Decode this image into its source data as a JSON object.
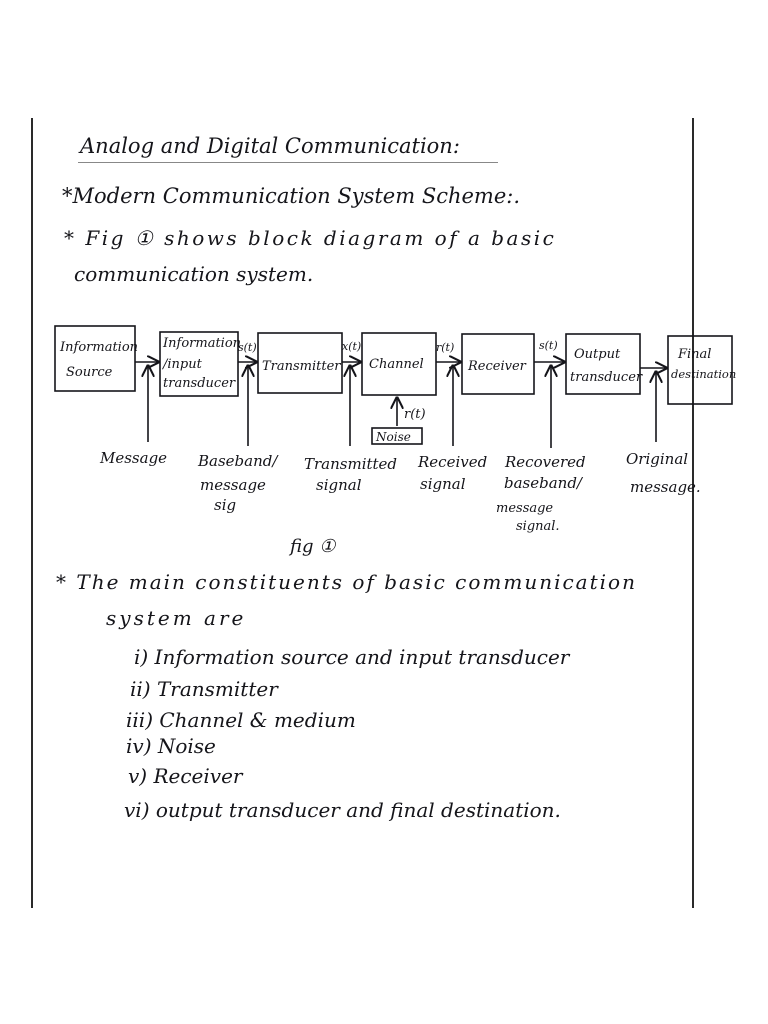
{
  "title": "Analog and Digital Communication:",
  "subtitle": "*Modern Communication System Scheme:.",
  "intro": {
    "line1": "* Fig ① shows block diagram of a basic",
    "line2": "communication system."
  },
  "diagram": {
    "blocks": [
      {
        "id": "info-source",
        "line1": "Information",
        "line2": "Source"
      },
      {
        "id": "input-transducer",
        "line1": "Information",
        "line2": "/input",
        "line3": "transducer"
      },
      {
        "id": "transmitter",
        "line1": "Transmitter"
      },
      {
        "id": "channel",
        "line1": "Channel"
      },
      {
        "id": "receiver",
        "line1": "Receiver"
      },
      {
        "id": "output-transducer",
        "line1": "Output",
        "line2": "transducer"
      },
      {
        "id": "final-destination",
        "line1": "Final",
        "line2": "destination"
      }
    ],
    "arrow_labels": {
      "s_t": "s(t)",
      "x_t": "x(t)",
      "r_t": "r(t)",
      "s_t2": "s(t)",
      "noise_r": "r(t)",
      "noise": "Noise"
    },
    "signal_labels": {
      "message": "Message",
      "baseband": [
        "Baseband/",
        "message",
        "sig"
      ],
      "transmitted": [
        "Transmitted",
        "signal"
      ],
      "received": [
        "Received",
        "signal"
      ],
      "recovered": [
        "Recovered",
        "baseband/",
        "message",
        "signal."
      ],
      "original": [
        "Original",
        "message."
      ]
    },
    "caption": "fig ①"
  },
  "constituents": {
    "line1": "* The main constituents of basic communication",
    "line2": "system are",
    "items": [
      "i) Information source and input transducer",
      "ii) Transmitter",
      "iii) Channel & medium",
      "iv) Noise",
      "v) Receiver",
      "vi) output transducer and final destination."
    ]
  }
}
